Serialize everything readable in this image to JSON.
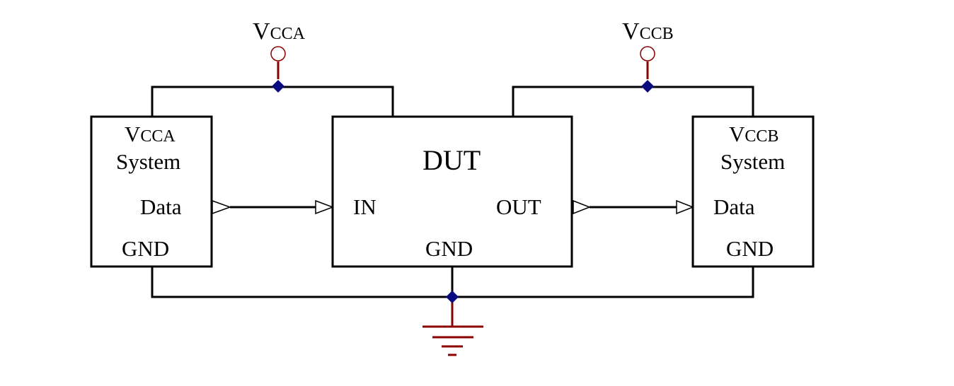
{
  "supplies": {
    "a": {
      "main": "V",
      "sub": "CCA"
    },
    "b": {
      "main": "V",
      "sub": "CCB"
    }
  },
  "blocks": {
    "vcca_system": {
      "title_main": "V",
      "title_sub": "CCA",
      "line2": "System",
      "data_pin": "Data",
      "gnd_pin": "GND"
    },
    "dut": {
      "title": "DUT",
      "in_pin": "IN",
      "out_pin": "OUT",
      "gnd_pin": "GND"
    },
    "vccb_system": {
      "title_main": "V",
      "title_sub": "CCB",
      "line2": "System",
      "data_pin": "Data",
      "gnd_pin": "GND"
    }
  },
  "colors": {
    "wire": "#000000",
    "junction": "#0b0b80",
    "supply_terminal": "#8b0000",
    "ground": "#8b0000"
  }
}
